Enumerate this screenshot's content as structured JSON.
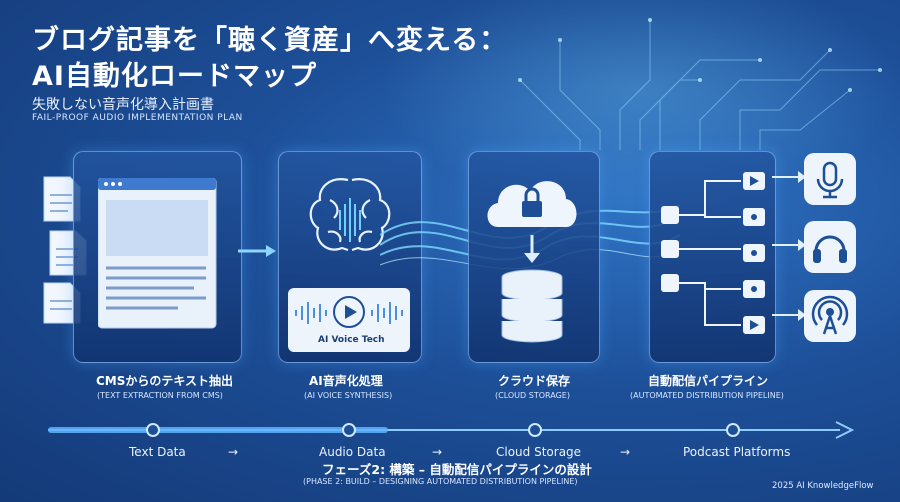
{
  "title": {
    "line1": "ブログ記事を「聴く資産」へ変える：",
    "line2": "AI自動化ロードマップ",
    "subtitle_jp": "失敗しない音声化導入計画書",
    "subtitle_en": "FAIL-PROOF AUDIO IMPLEMENTATION PLAN"
  },
  "stages": [
    {
      "label": "CMSからのテキスト抽出",
      "sub": "(TEXT EXTRACTION FROM CMS)",
      "icon": "document-icon"
    },
    {
      "label": "AI音声化処理",
      "sub": "(AI VOICE SYNTHESIS)",
      "icon": "brain-icon",
      "badge": "AI Voice Tech"
    },
    {
      "label": "クラウド保存",
      "sub": "(CLOUD STORAGE)",
      "icon": "cloud-lock-icon"
    },
    {
      "label": "自動配信パイプライン",
      "sub": "(AUTOMATED DISTRIBUTION PIPELINE)",
      "icon": "distribution-hub-icon"
    }
  ],
  "outputs": [
    {
      "icon": "microphone-icon"
    },
    {
      "icon": "headphones-icon"
    },
    {
      "icon": "podcast-icon"
    }
  ],
  "timeline": {
    "points": [
      "Text Data",
      "Audio Data",
      "Cloud Storage",
      "Podcast Platforms"
    ]
  },
  "phase": {
    "jp": "フェーズ2: 構築 – 自動配信パイプラインの設計",
    "en": "(PHASE 2: BUILD – DESIGNING AUTOMATED DISTRIBUTION PIPELINE)"
  },
  "credit": "2025 AI KnowledgeFlow",
  "colors": {
    "background": "#1d4f98",
    "accent": "#6fd0ff",
    "card_border": "#96c8ff"
  }
}
